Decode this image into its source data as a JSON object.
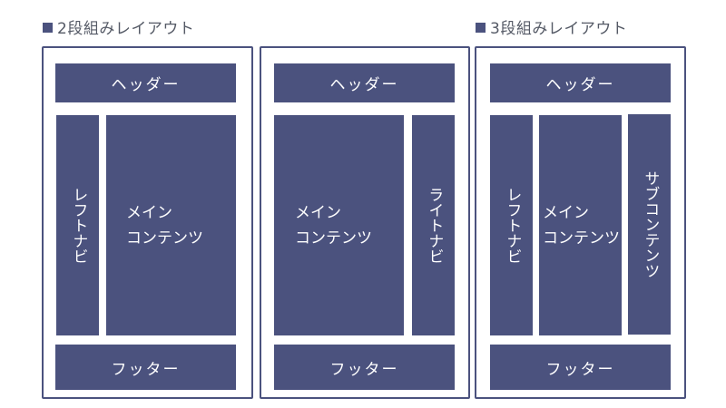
{
  "colors": {
    "block": "#4b527e",
    "border": "#4b527e",
    "title_text": "#555a66",
    "block_text": "#ffffff"
  },
  "layouts": [
    {
      "title": "2段組みレイアウト",
      "header": "ヘッダー",
      "left_nav": "レフトナビ",
      "main_line1": "メイン",
      "main_line2": "コンテンツ",
      "footer": "フッター"
    },
    {
      "header": "ヘッダー",
      "main_line1": "メイン",
      "main_line2": "コンテンツ",
      "right_nav": "ライトナビ",
      "footer": "フッター"
    },
    {
      "title": "3段組みレイアウト",
      "header": "ヘッダー",
      "left_nav": "レフトナビ",
      "main_line1": "メイン",
      "main_line2": "コンテンツ",
      "sub_content": "サブコンテンツ",
      "footer": "フッター"
    }
  ]
}
